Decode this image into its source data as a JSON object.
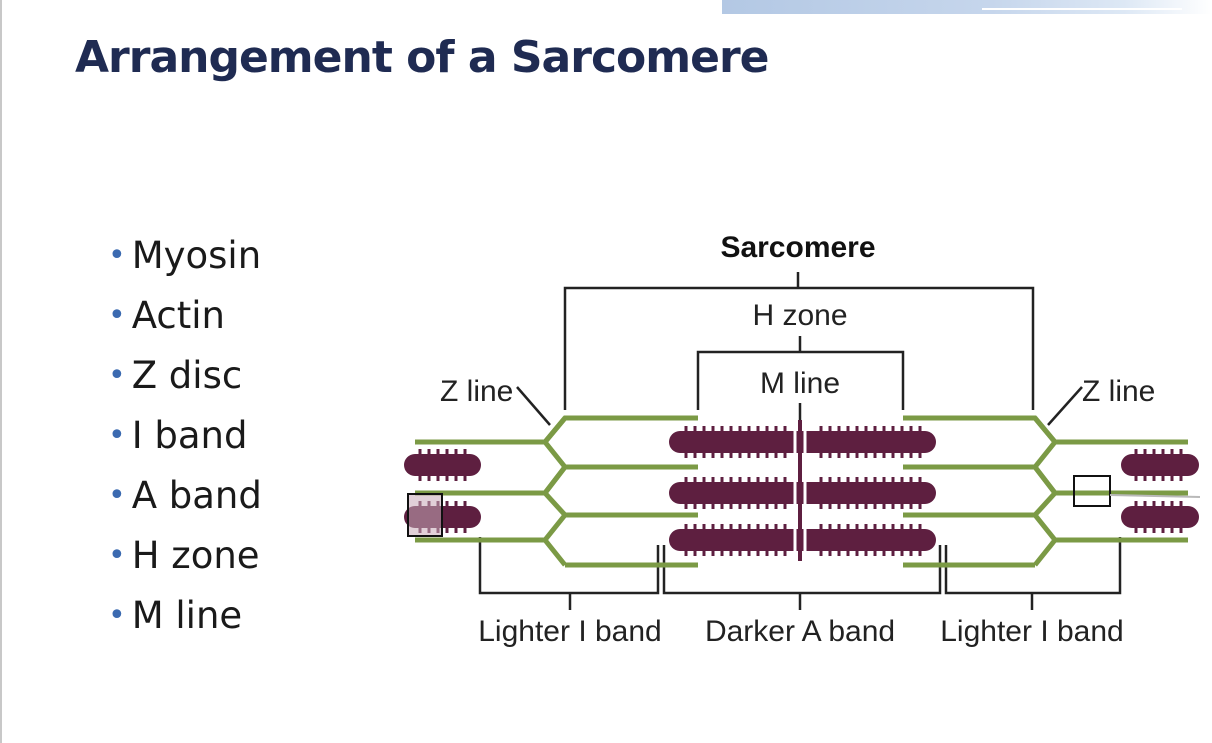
{
  "slide": {
    "title": "Arrangement of a Sarcomere",
    "bullets": [
      "Myosin",
      "Actin",
      "Z disc",
      "I band",
      "A band",
      "H zone",
      "M line"
    ]
  },
  "diagram": {
    "labels": {
      "sarcomere": "Sarcomere",
      "h_zone": "H zone",
      "m_line": "M line",
      "z_line_left": "Z line",
      "z_line_right": "Z line",
      "lighter_i_band_left": "Lighter I band",
      "darker_a_band": "Darker A band",
      "lighter_i_band_right": "Lighter I band"
    },
    "colors": {
      "actin_thin_filament": "#7b9a45",
      "z_disc": "#6b8e3d",
      "myosin_thick_filament": "#5e1f40",
      "title": "#1f2b52",
      "bullet": "#3b6ab0"
    }
  }
}
